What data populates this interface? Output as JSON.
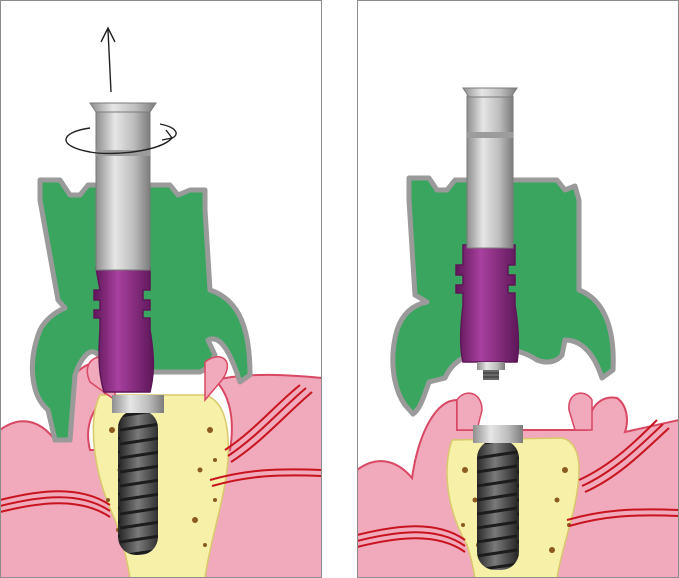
{
  "figure": {
    "panels": [
      {
        "id": "left",
        "state": "removal-in-progress",
        "arrow": "up-arrow",
        "rotation": "rotation-arrow"
      },
      {
        "id": "right",
        "state": "abutment-separated"
      }
    ],
    "colors": {
      "frame": "#8c8c8c",
      "gingiva": "#f1a9bc",
      "gingiva_line": "#d94862",
      "vessel": "#c8141e",
      "bone": "#f6f0a8",
      "bone_pore": "#8a5a1e",
      "impression_green": "#3aa55f",
      "impression_border": "#9a9a9a",
      "transfer_purple": "#8e2b8a",
      "metal_silver": "#c9c9c9",
      "implant_dark": "#4a4a4a"
    }
  }
}
